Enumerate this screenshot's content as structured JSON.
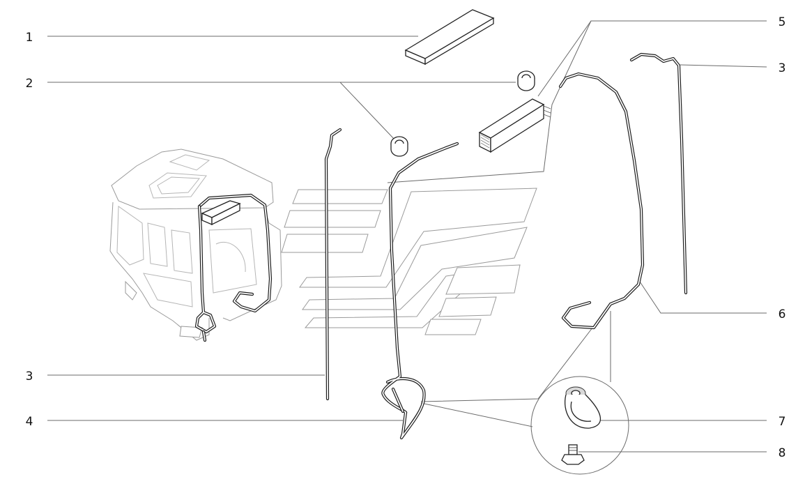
{
  "diagram": {
    "callouts": [
      {
        "id": "c1-top",
        "label": "1"
      },
      {
        "id": "c2",
        "label": "2"
      },
      {
        "id": "c3-left",
        "label": "3"
      },
      {
        "id": "c4",
        "label": "4"
      },
      {
        "id": "c5",
        "label": "5"
      },
      {
        "id": "c3-right",
        "label": "3"
      },
      {
        "id": "c6",
        "label": "6"
      },
      {
        "id": "c7",
        "label": "7"
      },
      {
        "id": "c8",
        "label": "8"
      }
    ]
  },
  "colors": {
    "line": "#222222",
    "leader": "#6a6a6a",
    "background": "#ffffff"
  }
}
